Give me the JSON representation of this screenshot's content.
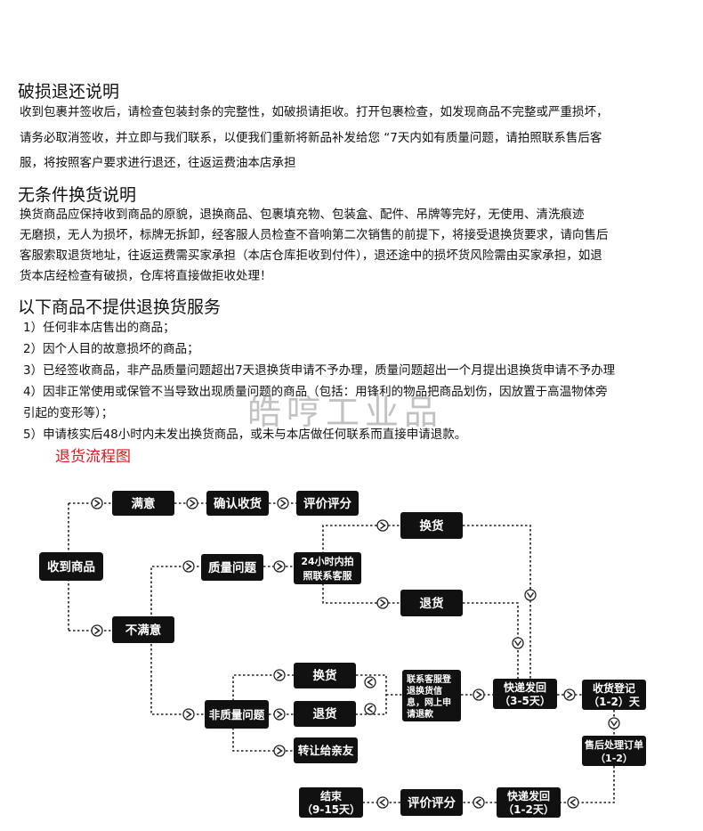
{
  "sections": {
    "damage": {
      "heading": "破损退还说明",
      "lines": [
        "收到包裹并签收后，请检查包装封条的完整性，如破损请拒收。打开包裹检查，如发现商品不完整或严重损坏，",
        "请务必取消签收，并立即与我们联系，以便我们重新将新品补发给您 “7天内如有质量问题，请拍照联系售后客",
        "服，将按照客户要求进行退还，往返运费油本店承担"
      ]
    },
    "exchange": {
      "heading": "无条件换货说明",
      "lines": [
        "换货商品应保持收到商品的原貌，退换商品、包裹填充物、包装盒、配件、吊牌等完好，无使用、清洗痕迹",
        "无磨损，无人为损坏，标牌无拆卸，经客服人员检查不音响第二次销售的前提下，将接受退换货要求，请向售后",
        "客服索取退货地址，往返运费需买家承担（本店仓库拒收到付件），退还途中的损坏货风险需由买家承担，如退",
        "货本店经检查有破损，仓库将直接做拒收处理！"
      ]
    },
    "no_service": {
      "heading": "以下商品不提供退换货服务",
      "items": [
        "1）任何非本店售出的商品；",
        "2）因个人目的故意损坏的商品；",
        "3）已经签收商品，非产品质量问题超出7天退换货申请不予办理，质量问题超出一个月提出退换货申请不予办理",
        "4）因非正常使用或保管不当导致出现质量问题的商品（包括：用锋利的物品把商品划伤，因放置于高温物体旁",
        "引起的变形等）；",
        "5）申请核实后48小时内未发出换货商品，或未与本店做任何联系而直接申请退款。"
      ]
    }
  },
  "watermark": "皓哼工业品",
  "flow": {
    "title": "退货流程图",
    "boxes": {
      "received": "收到商品",
      "satisfied": "满意",
      "confirm": "确认收货",
      "rate1": "评价评分",
      "unsatisfied": "不满意",
      "quality": "质量问题",
      "contact24": [
        "24小时内拍",
        "照联系客服"
      ],
      "exchange1": "换货",
      "refund1": "退货",
      "nonquality": "非质量问题",
      "exchange2": "换货",
      "refund2": "退货",
      "transfer": "转让给亲友",
      "contact_cs": [
        "联系客服登",
        "退换货信",
        "息，网上申",
        "请退款"
      ],
      "ship1": [
        "快递发回",
        "（3-5天）"
      ],
      "register": [
        "收货登记",
        "（1-2）天"
      ],
      "aftersale": [
        "售后处理订单",
        "（1-2）"
      ],
      "ship2": [
        "快递发回",
        "（1-2天）"
      ],
      "rate2": "评价评分",
      "end": [
        "结束",
        "（9-15天）"
      ]
    }
  }
}
